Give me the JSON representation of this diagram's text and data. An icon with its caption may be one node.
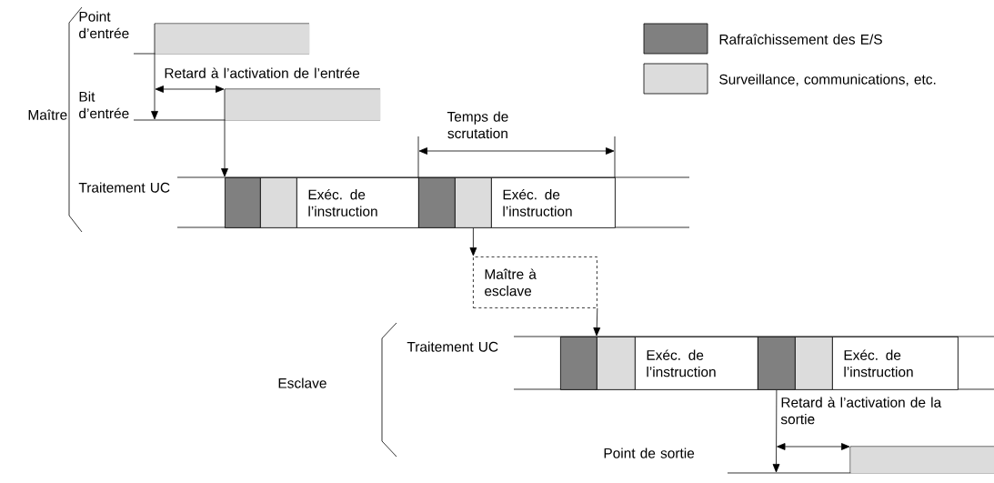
{
  "diagram": {
    "nodes": [
      {
        "text": [],
        "shape": "bar"
      },
      {
        "text": [],
        "shape": "bar"
      },
      {
        "text": [],
        "shape": "box"
      },
      {
        "text": [],
        "shape": "box"
      },
      {
        "text": [
          "Exéc. de l’instruction"
        ]
      },
      {
        "text": [],
        "shape": "box"
      },
      {
        "text": [],
        "shape": "box"
      },
      {
        "text": [
          "Exéc. de l’instruction"
        ]
      },
      {
        "text": [
          "Maître à esclave"
        ]
      },
      {
        "text": [],
        "shape": "box"
      },
      {
        "text": [],
        "shape": "box"
      },
      {
        "text": [
          "Exéc. de l’instruction"
        ]
      },
      {
        "text": [],
        "shape": "box"
      },
      {
        "text": [],
        "shape": "box"
      },
      {
        "text": [
          "Exéc. de l’instruction"
        ]
      },
      {
        "text": [],
        "shape": "bar"
      }
    ],
    "edges": [
      {
        "from": 0,
        "to": null,
        "arrow": "to"
      },
      {
        "from": 1,
        "to": 2,
        "arrow": "to"
      },
      {
        "from": 6,
        "to": 8,
        "arrow": "to"
      },
      {
        "from": 8,
        "to": 10,
        "arrow": "to"
      },
      {
        "from": 12,
        "to": null,
        "arrow": "to"
      }
    ],
    "labels": [
      "Maître",
      "Point d’entrée",
      "Retard à l’activation de l’entrée",
      "Bit d’entrée",
      "Temps de scrutation",
      "Traitement UC",
      "Esclave",
      "Traitement UC",
      "Retard à l’activation de la sortie",
      "Point de sortie"
    ],
    "legend": [
      {
        "text": "Rafraîchissement des E/S",
        "color": "#808080"
      },
      {
        "text": "Surveillance, communications, etc.",
        "color": "#dcdcdc"
      }
    ]
  }
}
